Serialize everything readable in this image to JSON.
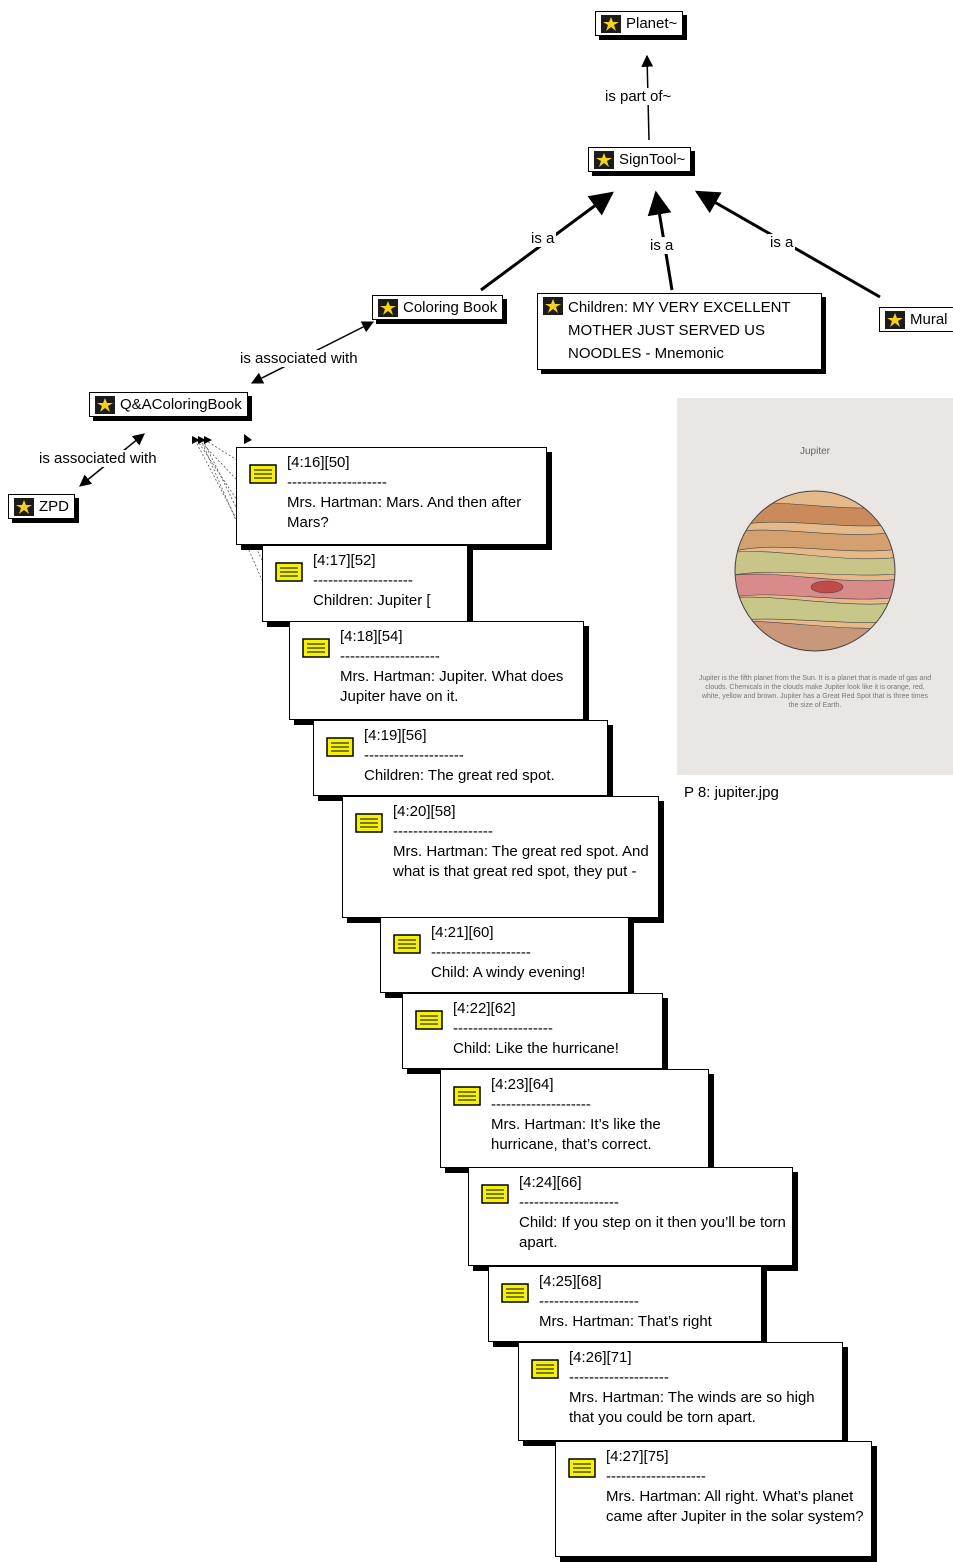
{
  "nodes": {
    "planet": "Planet~",
    "signtool": "SignTool~",
    "coloring_book": "Coloring Book",
    "children_mnemonic": "Children:  MY VERY EXCELLENT MOTHER JUST SERVED US NOODLES - Mnemonic",
    "mural": "Mural",
    "qa_coloring_book": "Q&AColoringBook",
    "zpd": "ZPD"
  },
  "edge_labels": {
    "is_part_of": "is part of~",
    "is_a": "is a",
    "is_associated_with": "is associated with"
  },
  "quotations": [
    {
      "ref": "[4:16][50]",
      "sep": "--------------------",
      "text": "Mrs. Hartman:  Mars.  And then after Mars?"
    },
    {
      "ref": "[4:17][52]",
      "sep": "--------------------",
      "text": "Children:  Jupiter ["
    },
    {
      "ref": "[4:18][54]",
      "sep": "--------------------",
      "text": "Mrs. Hartman:  Jupiter.  What does Jupiter have on it."
    },
    {
      "ref": "[4:19][56]",
      "sep": "--------------------",
      "text": "Children:  The great red spot."
    },
    {
      "ref": "[4:20][58]",
      "sep": "--------------------",
      "text": "Mrs. Hartman:  The great red spot.  And what is that great red spot, they put -"
    },
    {
      "ref": "[4:21][60]",
      "sep": "--------------------",
      "text": "Child:  A windy evening!"
    },
    {
      "ref": "[4:22][62]",
      "sep": "--------------------",
      "text": "Child:  Like the hurricane!"
    },
    {
      "ref": "[4:23][64]",
      "sep": "--------------------",
      "text": "Mrs. Hartman:  It’s like the hurricane, that’s correct."
    },
    {
      "ref": "[4:24][66]",
      "sep": "--------------------",
      "text": "Child:  If you step on it then you’ll be torn apart."
    },
    {
      "ref": "[4:25][68]",
      "sep": "--------------------",
      "text": "Mrs. Hartman:  That’s right"
    },
    {
      "ref": "[4:26][71]",
      "sep": "--------------------",
      "text": "Mrs. Hartman:  The winds are so high that you could be torn apart."
    },
    {
      "ref": "[4:27][75]",
      "sep": "--------------------",
      "text": "Mrs. Hartman:  All right.  What’s planet came after Jupiter in the solar system?"
    }
  ],
  "image": {
    "title": "Jupiter",
    "body": "Jupiter is the fifth planet from the Sun. It is a planet that is made of gas and clouds. Chemicals in the clouds make Jupiter look like it is orange, red, white, yellow and brown. Jupiter has a Great Red Spot that is three times the size of Earth.",
    "caption": "P 8: jupiter.jpg"
  },
  "colors": {
    "code_icon": "#f4d21a",
    "memo_icon": "#f7f200",
    "jupiter_orange": "#d9a35c",
    "jupiter_pink": "#d98a8a",
    "jupiter_green": "#b8c08a"
  }
}
